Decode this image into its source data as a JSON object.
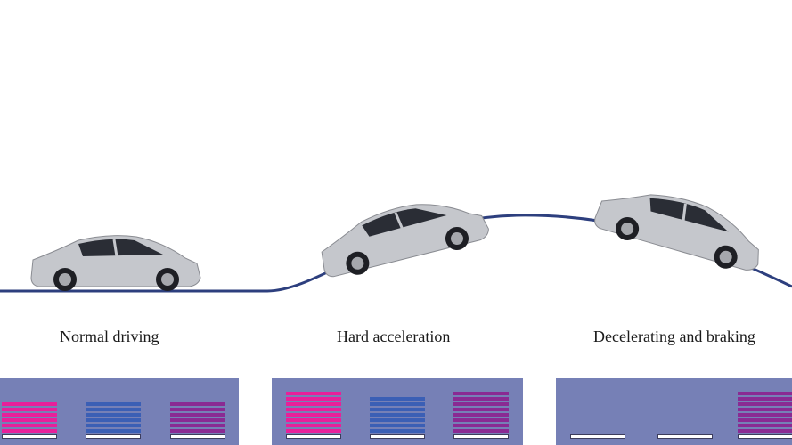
{
  "captions": {
    "normal": "Normal driving",
    "hard": "Hard acceleration",
    "decel": "Decelerating and braking"
  },
  "colors": {
    "road": "#2d3f7e",
    "panel": "#7680b6",
    "engine": "#e8209a",
    "battery": "#3b5fb5",
    "motor": "#8a2a93",
    "car_body": "#c5c7cc"
  },
  "scenes": [
    {
      "name": "normal",
      "bars": {
        "engine": 6,
        "battery": 6,
        "motor": 6
      }
    },
    {
      "name": "hard",
      "bars": {
        "engine": 8,
        "battery": 7,
        "motor": 8
      }
    },
    {
      "name": "decel",
      "bars": {
        "engine": 0,
        "battery": 0,
        "motor": 8
      }
    }
  ]
}
